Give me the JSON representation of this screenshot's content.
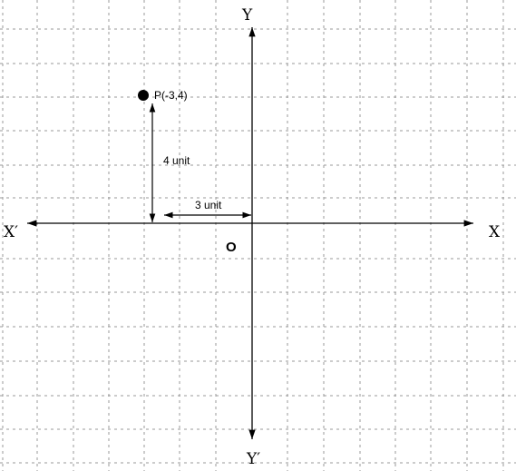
{
  "axes": {
    "x_positive": "X",
    "x_negative": "X′",
    "y_positive": "Y",
    "y_negative": "Y′",
    "origin": "O"
  },
  "point": {
    "label": "P(-3,4)",
    "x": -3,
    "y": 4
  },
  "dimensions": {
    "horizontal": "3 unit",
    "vertical": "4 unit"
  }
}
